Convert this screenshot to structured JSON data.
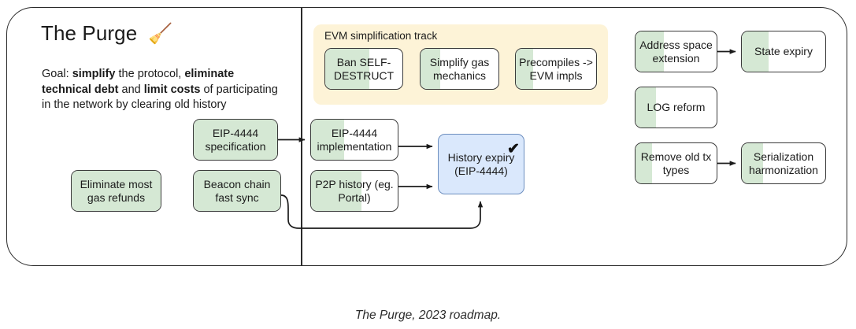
{
  "caption": "The Purge, 2023 roadmap.",
  "header": {
    "title": "The Purge",
    "emoji": "🧹",
    "emoji_name": "broom-emoji",
    "goal_line1_plain": "Goal: ",
    "goal_b1": "simplify",
    "goal_t1": " the protocol, ",
    "goal_b2": "eliminate technical debt",
    "goal_t2": " and ",
    "goal_b3": "limit costs",
    "goal_t3": " of participating in the network by clearing old history"
  },
  "colors": {
    "green_fill": "#d5e8d4",
    "green_border": "#3a3a3a",
    "blue_fill": "#dae8fc",
    "blue_border": "#6c8ebf",
    "panel_yellow": "#fdf3d7",
    "frame_border": "#2b2b2b",
    "arrow": "#1b1b1b"
  },
  "evm_panel": {
    "title": "EVM simplification track",
    "nodes": [
      {
        "name": "ban-self-destruct",
        "label": "Ban SELF-DESTRUCT",
        "progress_pct": 57
      },
      {
        "name": "simplify-gas-mechanics",
        "label": "Simplify gas mechanics",
        "progress_pct": 25
      },
      {
        "name": "precompiles-to-evm-impls",
        "label": "Precompiles -> EVM impls",
        "progress_pct": 22
      }
    ]
  },
  "left_nodes": [
    {
      "name": "eip-4444-specification",
      "label": "EIP-4444 specification",
      "progress_pct": 100
    },
    {
      "name": "eliminate-most-gas-refunds",
      "label": "Eliminate most gas refunds",
      "progress_pct": 100
    },
    {
      "name": "beacon-chain-fast-sync",
      "label": "Beacon chain fast sync",
      "progress_pct": 100
    }
  ],
  "center_nodes": [
    {
      "name": "eip-4444-implementation",
      "label": "EIP-4444 implementation",
      "progress_pct": 38
    },
    {
      "name": "p2p-history-portal",
      "label": "P2P history (eg. Portal)",
      "progress_pct": 58
    }
  ],
  "history_expiry": {
    "name": "history-expiry",
    "label": "History expiry (EIP-4444)",
    "check": "✔",
    "done": true
  },
  "right_nodes": [
    {
      "name": "address-space-extension",
      "label": "Address space extension",
      "progress_pct": 35
    },
    {
      "name": "state-expiry",
      "label": "State expiry",
      "progress_pct": 32
    },
    {
      "name": "log-reform",
      "label": "LOG reform",
      "progress_pct": 25
    },
    {
      "name": "remove-old-tx-types",
      "label": "Remove old tx types",
      "progress_pct": 20
    },
    {
      "name": "serialization-harmonization",
      "label": "Serialization harmonization",
      "progress_pct": 25
    }
  ]
}
